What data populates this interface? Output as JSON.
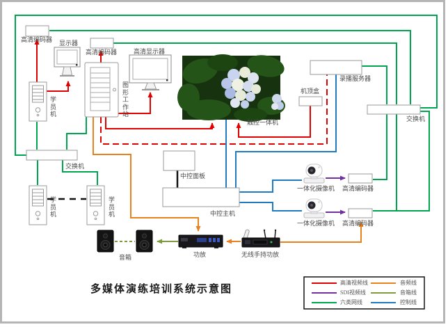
{
  "title": "多媒体演练培训系统示意图",
  "labels": {
    "encoder_tl": "高清编码器",
    "monitor_tl": "显示器",
    "encoder_tc": "高清编码器",
    "hd_monitor": "高清显示器",
    "student_tl": "学员机",
    "workstation": "图形工作站",
    "touch": "触控一体机",
    "stb": "机顶盒",
    "rec_server": "录播服务器",
    "switch_r": "交换机",
    "switch_l": "交换机",
    "student_l1": "学员机",
    "student_l2": "学员机",
    "panel": "中控面板",
    "host": "中控主机",
    "camera1": "一体化摄像机",
    "camera2": "一体化摄像机",
    "encoder_r1": "高清编码器",
    "encoder_r2": "高清编码器",
    "speakers": "音箱",
    "amp": "功放",
    "wireless_amp": "无线手持功放"
  },
  "legend": {
    "items": [
      {
        "label": "高清视频线",
        "color": "#e00000"
      },
      {
        "label": "SDI视频线",
        "color": "#7030a0"
      },
      {
        "label": "六类网线",
        "color": "#00a550"
      },
      {
        "label": "音频线",
        "color": "#e8821e"
      },
      {
        "label": "音箱线",
        "color": "#7f9a3d"
      },
      {
        "label": "控制线",
        "color": "#1f7ac4"
      }
    ]
  }
}
